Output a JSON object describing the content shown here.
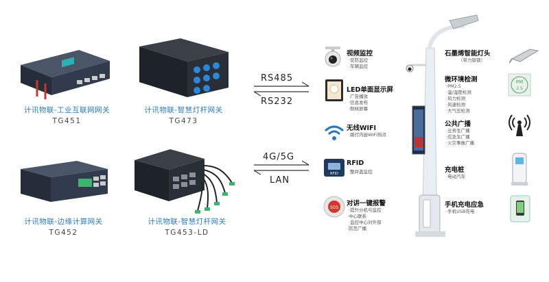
{
  "devices": [
    {
      "name": "计讯物联-工业互联网网关",
      "model": "TG451"
    },
    {
      "name": "计讯物联-智慧灯杆网关",
      "model": "TG473"
    },
    {
      "name": "计讯物联-边缘计算网关",
      "model": "TG452"
    },
    {
      "name": "计讯物联-智慧灯杆网关",
      "model": "TG453-LD"
    }
  ],
  "interfaces": {
    "top": {
      "line1": "RS485",
      "line2": "RS232"
    },
    "bottom": {
      "line1": "4G/5G",
      "line2": "LAN"
    }
  },
  "left_features": [
    {
      "title": "视频监控",
      "items": [
        "·安防监控",
        "·车辆监控"
      ],
      "icon": "security-camera-icon"
    },
    {
      "title": "LED单面显示屏",
      "items": [
        "·广告播放",
        "·信息发布",
        "·耐候屏幕"
      ],
      "icon": "led-display-icon"
    },
    {
      "title": "无线WIFI",
      "items": [
        "·路灯内嵌WIFI热点"
      ],
      "icon": "wifi-icon"
    },
    {
      "title": "RFID",
      "items": [
        "·整井盖监控"
      ],
      "icon": "rfid-icon"
    },
    {
      "title": "对讲一键报警",
      "items": [
        "·提升分机与监控",
        "中心联系",
        "·监控中心对外部",
        "防范广播"
      ],
      "icon": "sos-button-icon"
    }
  ],
  "right_features": [
    {
      "title": "石墨烯智能灯头",
      "items": [
        "（带力锁锁）"
      ],
      "icon": "lamp-head-icon"
    },
    {
      "title": "微环境检测",
      "items": [
        "·PM2.5",
        "·温/湿度检测",
        "·风力检测",
        "·风速检测",
        "·大气压检测"
      ],
      "icon": "pm25-sensor-icon"
    },
    {
      "title": "公共广播",
      "items": [
        "·业务生广播",
        "·应急生广播",
        "·火灾事故广播"
      ],
      "icon": "broadcast-icon"
    },
    {
      "title": "充电桩",
      "items": [
        "·电动汽车"
      ],
      "icon": "charging-pile-icon"
    },
    {
      "title": "手机充电应急",
      "items": [
        "·手机USB充电"
      ],
      "icon": "phone-charge-icon"
    }
  ],
  "icon_labels": {
    "sos": "SOS",
    "rfid": "RFID",
    "pm": "PM",
    "pm_num": "2.5"
  },
  "colors": {
    "accent": "#2a7ac0",
    "device_dark": "#2b3342",
    "cable_blue": "#2b87d8",
    "pole": "#e9eef2"
  }
}
